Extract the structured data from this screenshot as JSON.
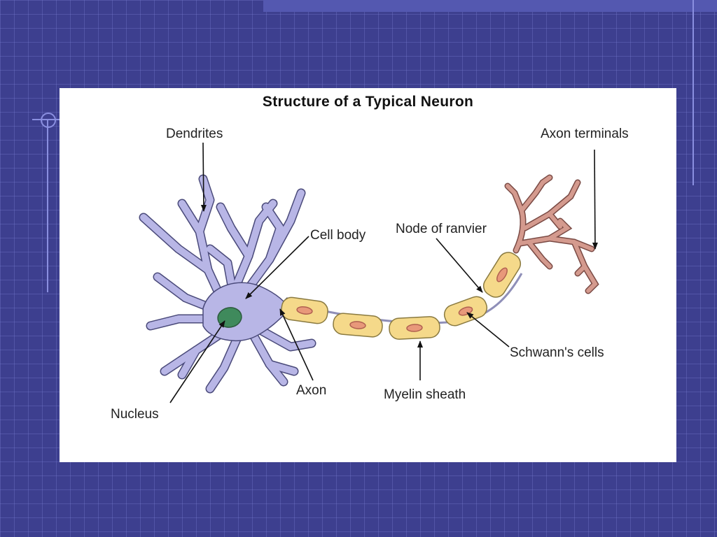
{
  "slide": {
    "background_color": "#3d3f8f",
    "grid_color": "#787dd2",
    "accent_color": "#8a8fe0"
  },
  "diagram": {
    "title": "Structure of a Typical Neuron",
    "labels": {
      "dendrites": "Dendrites",
      "cell_body": "Cell body",
      "nucleus": "Nucleus",
      "axon": "Axon",
      "myelin_sheath": "Myelin sheath",
      "node_of_ranvier": "Node of ranvier",
      "schwanns_cells": "Schwann's cells",
      "axon_terminals": "Axon terminals"
    },
    "colors": {
      "cell_body": "#b8b6e6",
      "nucleus": "#3f8a5c",
      "myelin": "#f5d98a",
      "schwann_nucleus": "#e8987a",
      "axon_terminals": "#d49a8e"
    }
  }
}
